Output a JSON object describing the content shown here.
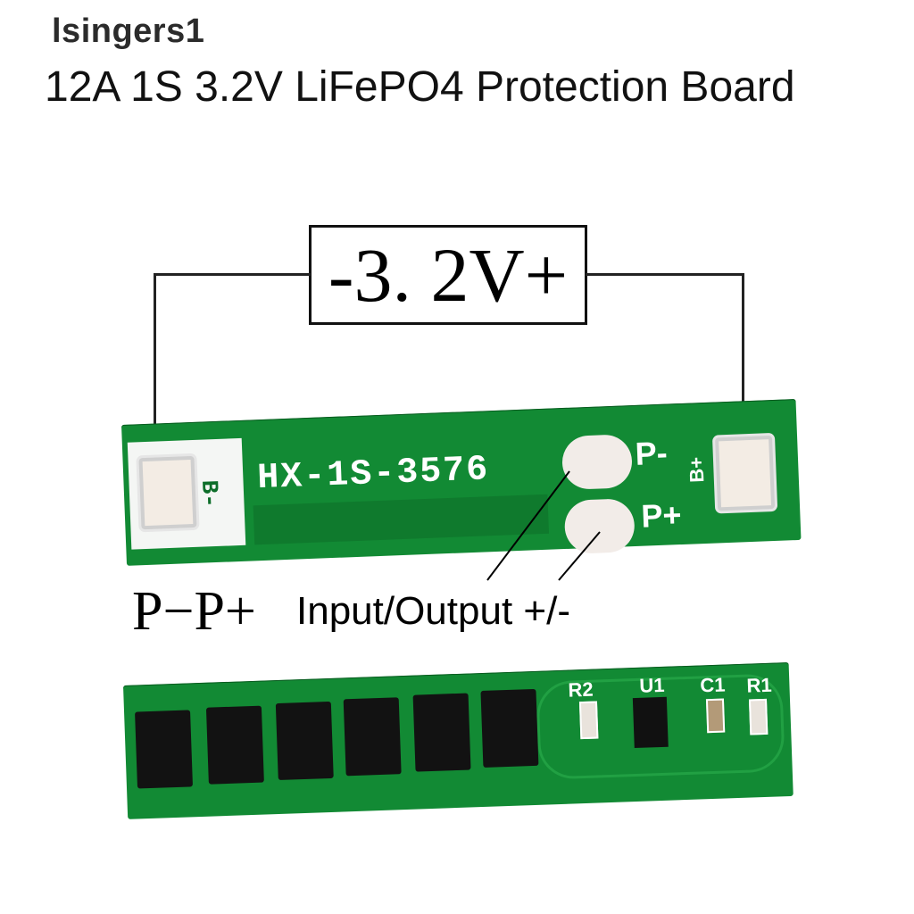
{
  "watermark": "lsingers1",
  "title": "12A 1S 3.2V LiFePO4 Protection Board",
  "voltage_label": "-3. 2V+",
  "board_top": {
    "model": "HX-1S-3576",
    "p_minus": "P-",
    "p_plus": "P+",
    "b_plus": "B+",
    "b_minus": "B-"
  },
  "caption": {
    "pp": "P−P+",
    "text": "Input/Output +/-"
  },
  "board_bottom": {
    "labels": [
      "R2",
      "U1",
      "C1",
      "R1"
    ]
  },
  "colors": {
    "pcb": "#128a34",
    "pad": "#f3ece4",
    "chip": "#121212"
  }
}
